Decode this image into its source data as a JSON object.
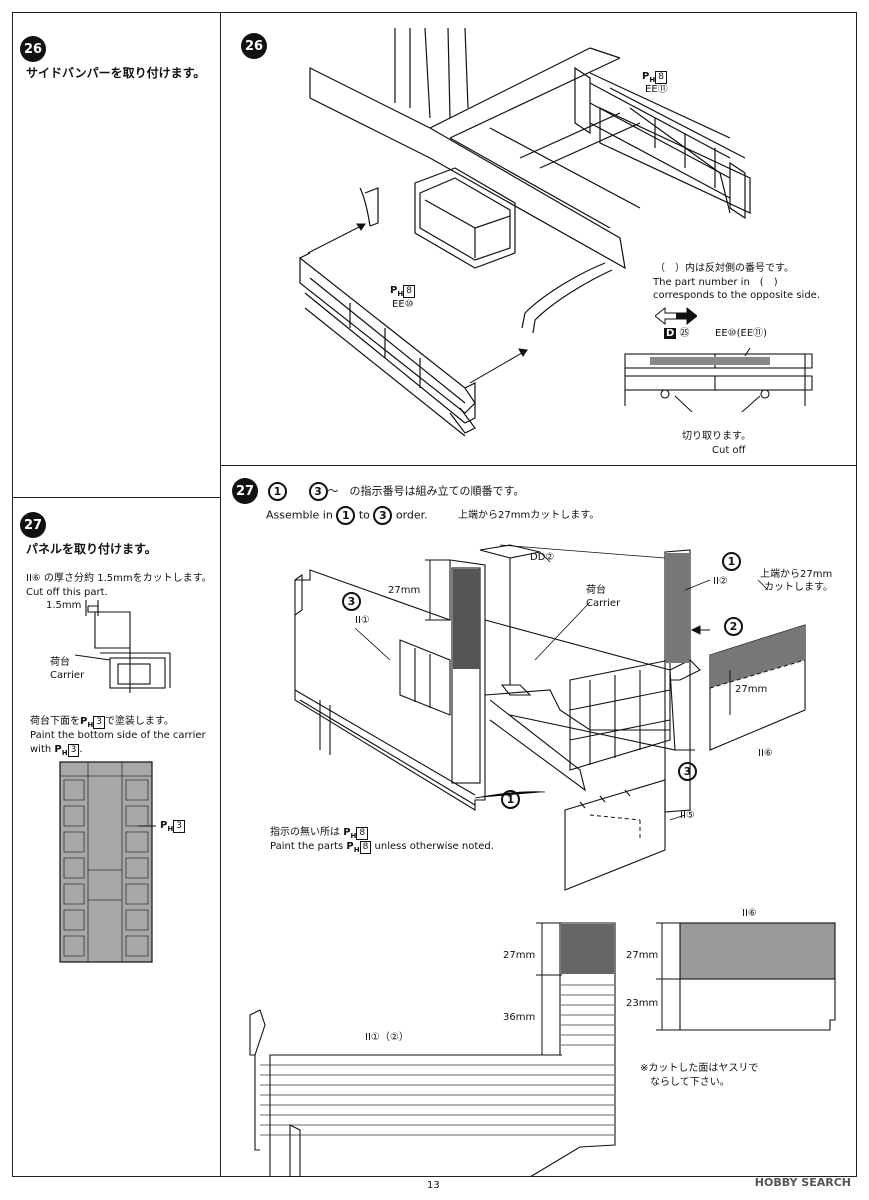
{
  "steps": {
    "s26_left": {
      "number": "26",
      "title": "サイドバンパーを取り付けます。"
    },
    "s26_right": {
      "number": "26",
      "part_upper_paint": "8",
      "part_upper_ref": "EE⑪",
      "part_lower_paint": "8",
      "part_lower_ref": "EE⑩",
      "note_jp": "（　）内は反対側の番号です。",
      "note_en_1": "The part number in　(　)",
      "note_en_2": "corresponds to the opposite side.",
      "detail_d_label": "D",
      "detail_d_num": "㉕",
      "detail_ee": "EE⑩(EE⑪)",
      "cut_jp": "切り取ります。",
      "cut_en": "Cut off"
    },
    "s27_left": {
      "number": "27",
      "title": "パネルを取り付けます。",
      "thickness_jp": "II⑥ の厚さ分約 1.5mmをカットします。",
      "thickness_en": "Cut off this part.",
      "dim_15": "1.5mm",
      "carrier_jp": "荷台",
      "carrier_en": "Carrier",
      "paint_jp_prefix": "荷台下面を",
      "paint_jp_num": "3",
      "paint_jp_suffix": "で塗装します。",
      "paint_en_1": "Paint the bottom side of the carrier",
      "paint_en_2_prefix": "with",
      "paint_en_2_num": "3",
      "carrier_paint_num": "3"
    },
    "s27_right": {
      "number": "27",
      "order_jp": "～　の指示番号は組み立ての順番です。",
      "order_en_prefix": "Assemble in",
      "order_en_to": "to",
      "order_en_suffix": "order.",
      "order_1": "1",
      "order_2": "2",
      "order_3": "3",
      "top_cut": "上端から27mmカットします。",
      "dd": "DD②",
      "ii1": "II①",
      "ii2": "II②",
      "dim_27a": "27mm",
      "carrier_jp": "荷台",
      "carrier_en": "Carrier",
      "right_cut_1": "上端から27mm",
      "right_cut_2": "カットします。",
      "dim_27b": "27mm",
      "ii6": "II⑥",
      "ii5": "II⑤",
      "unless_jp_prefix": "指示の無い所は",
      "unless_jp_num": "8",
      "unless_en_prefix": "Paint the parts",
      "unless_en_num": "8",
      "unless_en_suffix": "unless otherwise noted.",
      "bottom_dim_27": "27mm",
      "bottom_dim_36": "36mm",
      "bottom_label": "II①（②）",
      "ii6_dim_27": "27mm",
      "ii6_dim_23": "23mm",
      "ii6_label": "II⑥",
      "sand_1": "※カットした面はヤスリで",
      "sand_2": "ならして下さい。"
    }
  },
  "footer": {
    "page_number": "13",
    "watermark": "HOBBY SEARCH"
  }
}
